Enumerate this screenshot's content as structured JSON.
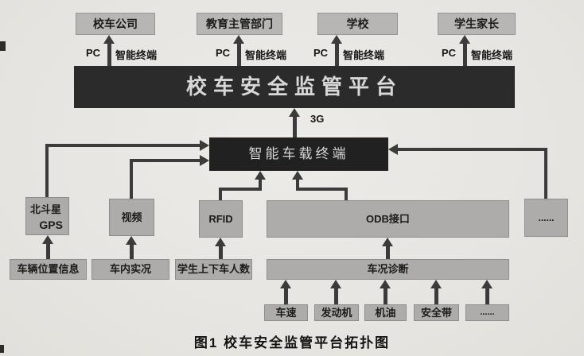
{
  "figure": {
    "caption": "图1 校车安全监管平台拓扑图"
  },
  "top_nodes": [
    {
      "label": "校车公司"
    },
    {
      "label": "教育主管部门"
    },
    {
      "label": "学校"
    },
    {
      "label": "学生家长"
    }
  ],
  "access": {
    "left": "PC",
    "right": "智能终端"
  },
  "platform": {
    "label": "校车安全监管平台"
  },
  "network": {
    "label": "3G"
  },
  "terminal": {
    "label": "智能车载终端"
  },
  "modules": {
    "beidou_line1": "北斗星",
    "beidou_line2": "GPS",
    "video": "视频",
    "rfid": "RFID",
    "odb": "ODB接口",
    "more_right": "......"
  },
  "sources": [
    {
      "label": "车辆位置信息"
    },
    {
      "label": "车内实况"
    },
    {
      "label": "学生上下车人数"
    },
    {
      "label": "车况诊断"
    }
  ],
  "obd_items": [
    {
      "label": "车速"
    },
    {
      "label": "发动机"
    },
    {
      "label": "机油"
    },
    {
      "label": "安全带"
    },
    {
      "label": "......"
    }
  ],
  "colors": {
    "background": "#e9e7e3",
    "box_gray": "#adacaa",
    "box_gray_light": "#b7b6b4",
    "dark_bar": "#2b2b2b",
    "terminal_dark": "#212121",
    "arrow": "#3b3b3b",
    "text_dark": "#1b1b1b",
    "text_light": "#d8d8d8"
  }
}
